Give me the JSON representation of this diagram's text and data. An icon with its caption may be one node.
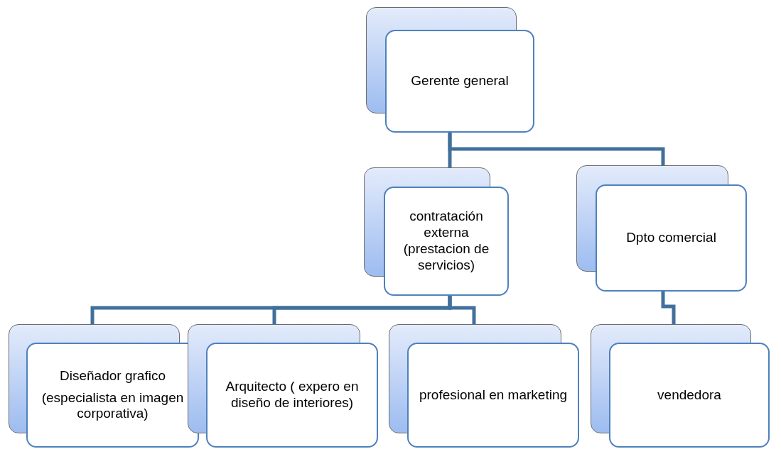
{
  "diagram": {
    "nodes": [
      {
        "text": [
          "Gerente general"
        ]
      },
      {
        "text": [
          "contratación externa (prestacion de servicios)"
        ]
      },
      {
        "text": [
          "Dpto comercial"
        ]
      },
      {
        "text": [
          "Diseñador grafico",
          "(especialista en imagen corporativa)"
        ]
      },
      {
        "text": [
          "Arquitecto ( expero en diseño de interiores)"
        ]
      },
      {
        "text": [
          "profesional en marketing"
        ]
      },
      {
        "text": [
          "vendedora"
        ]
      }
    ],
    "edges": [
      {
        "from": 0,
        "to": 1,
        "arrow": "none"
      },
      {
        "from": 0,
        "to": 2,
        "arrow": "none"
      },
      {
        "from": 1,
        "to": 3,
        "arrow": "none"
      },
      {
        "from": 1,
        "to": 4,
        "arrow": "none"
      },
      {
        "from": 1,
        "to": 5,
        "arrow": "none"
      },
      {
        "from": 2,
        "to": 6,
        "arrow": "none"
      }
    ]
  }
}
